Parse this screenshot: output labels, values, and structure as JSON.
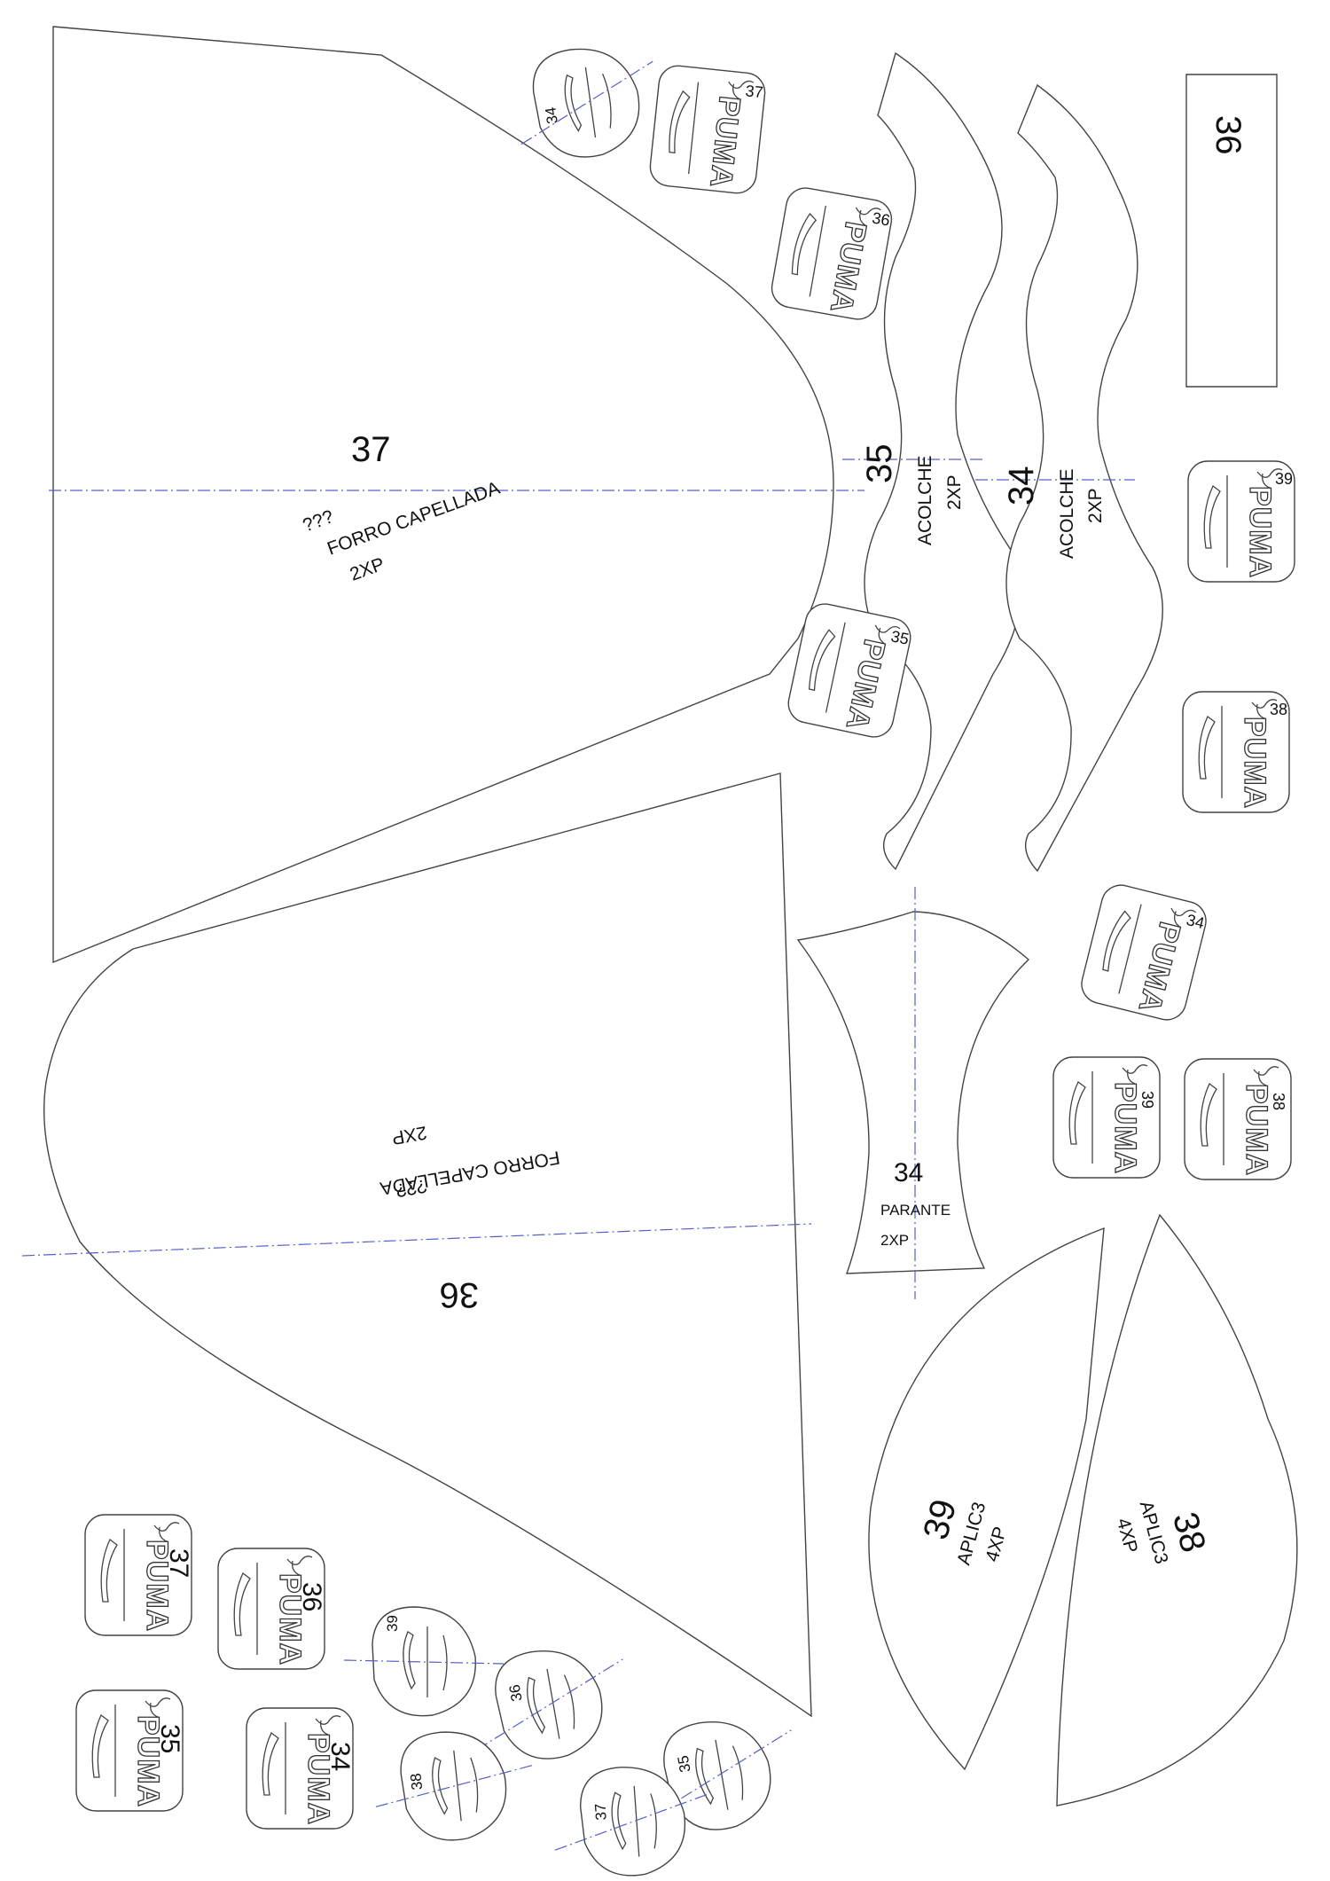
{
  "pieces": {
    "forro_top": {
      "size": "37",
      "unknown": "???",
      "name": "FORRO CAPELLADA",
      "qty": "2XP"
    },
    "forro_bottom": {
      "size": "36",
      "unknown": "???",
      "name": "FORRO CAPELLADA",
      "qty": "2XP"
    },
    "acolche_35": {
      "size": "35",
      "name": "ACOLCHE",
      "qty": "2XP"
    },
    "acolche_34": {
      "size": "34",
      "name": "ACOLCHE",
      "qty": "2XP"
    },
    "strip_36": {
      "size": "36"
    },
    "parante": {
      "size": "34",
      "name": "PARANTE",
      "qty": "2XP"
    },
    "aplic_39": {
      "size": "39",
      "name": "APLIC3",
      "qty": "4XP"
    },
    "aplic_38": {
      "size": "38",
      "name": "APLIC3",
      "qty": "4XP"
    }
  },
  "brand_text": "PUMA",
  "tags": {
    "t37_top": "37",
    "t36_top": "36",
    "t35_mid": "35",
    "t39_right": "39",
    "t38_right": "38",
    "t34_right": "34",
    "t39_pair": "39",
    "t38_pair": "38",
    "t37_bl": "37",
    "t36_bl": "36",
    "t35_bl": "35",
    "t34_bl": "34"
  },
  "small_tags": {
    "s34_top": "34",
    "s39": "39",
    "s36": "36",
    "s38": "38",
    "s35": "35",
    "s37": "37"
  },
  "icons": [
    "puma-cat-icon",
    "stripe-curve-icon"
  ]
}
